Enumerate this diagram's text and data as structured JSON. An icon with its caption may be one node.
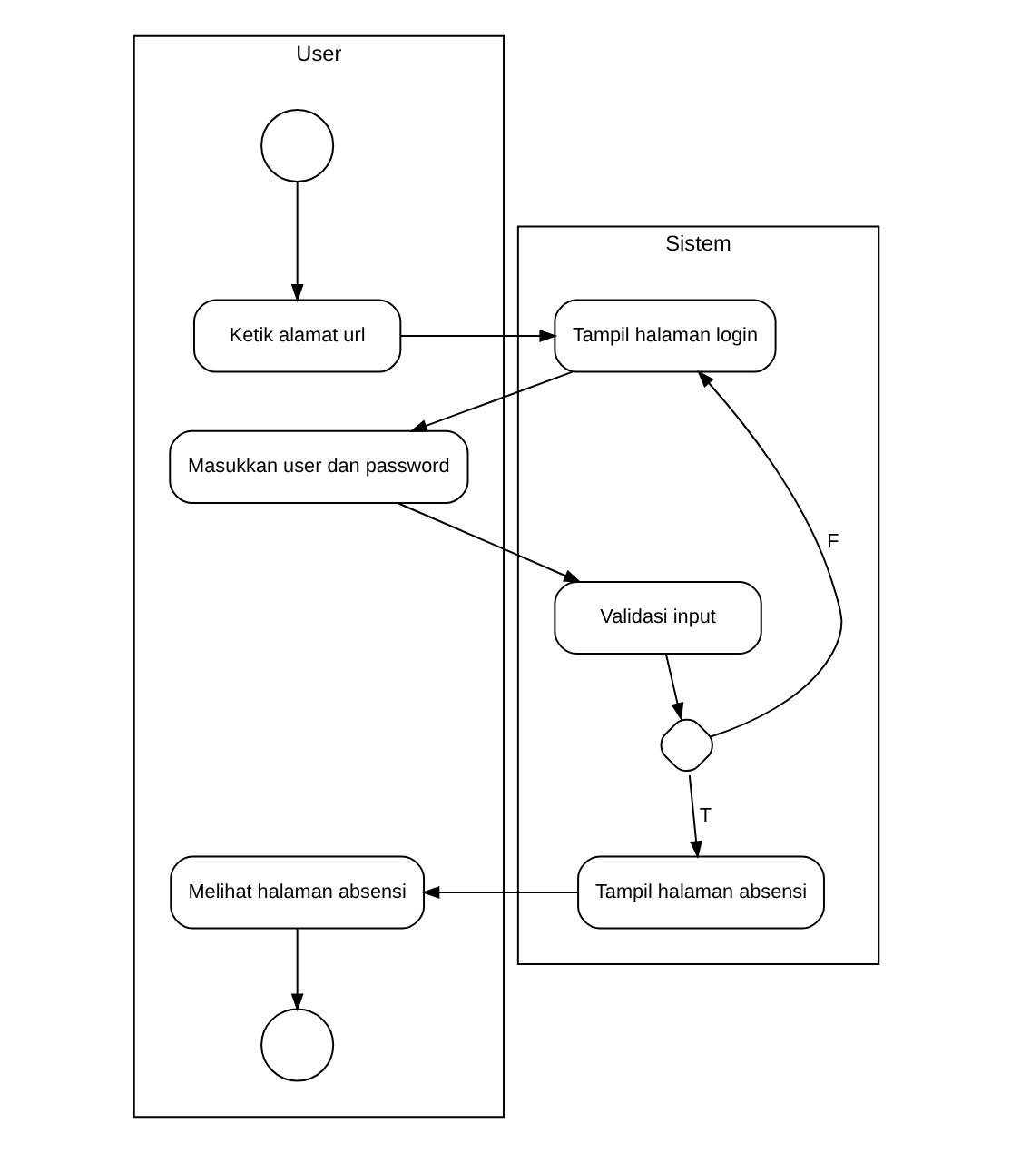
{
  "diagram": {
    "nodes": [
      {
        "text": [
          "User"
        ]
      },
      {
        "text": [
          "Sistem"
        ]
      },
      {
        "text": [],
        "shape": "circle",
        "in": 0
      },
      {
        "text": [
          "Ketik alamat url"
        ],
        "in": 0
      },
      {
        "text": [
          "Tampil halaman login"
        ],
        "in": 1
      },
      {
        "text": [
          "Masukkan user dan password"
        ],
        "in": 0
      },
      {
        "text": [
          "Validasi input"
        ],
        "in": 1
      },
      {
        "text": [],
        "shape": "diamond",
        "in": 1
      },
      {
        "text": [
          "Melihat halaman absensi"
        ],
        "in": 0
      },
      {
        "text": [
          "Tampil halaman absensi"
        ],
        "in": 1
      },
      {
        "text": [],
        "shape": "circle",
        "in": 0
      }
    ],
    "edges": [
      {
        "from": 2,
        "to": 3,
        "arrow": "to"
      },
      {
        "from": 3,
        "to": 4,
        "arrow": "to"
      },
      {
        "from": 4,
        "to": 5,
        "arrow": "to"
      },
      {
        "from": 5,
        "to": 6,
        "arrow": "to"
      },
      {
        "from": 6,
        "to": 7,
        "arrow": "to"
      },
      {
        "from": 7,
        "to": 4,
        "arrow": "to",
        "label": "F"
      },
      {
        "from": 7,
        "to": 9,
        "arrow": "to",
        "label": "T"
      },
      {
        "from": 9,
        "to": 8,
        "arrow": "to"
      },
      {
        "from": 8,
        "to": 10,
        "arrow": "to"
      }
    ]
  }
}
